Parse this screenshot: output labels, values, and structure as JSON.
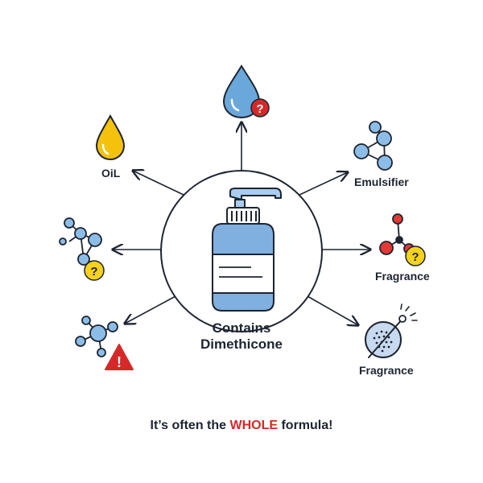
{
  "center": {
    "line1": "Contains",
    "line2": "Dimethicone"
  },
  "labels": {
    "oil": "OiL",
    "emulsifier": "Emulsifier",
    "fragrance_1": "Fragrance",
    "fragrance_2": "Fragrance"
  },
  "footer": {
    "prefix": "It’s often the ",
    "highlight": "WHOLE",
    "suffix": " formula!"
  },
  "colors": {
    "outline": "#1e2430",
    "bottle_blue": "#7fb0e0",
    "bottle_light": "#a9cdf0",
    "oil_yellow": "#f4c20d",
    "water_blue": "#6aa8dc",
    "molecule_blue": "#8cbde8",
    "molecule_red": "#e53935",
    "warning_red": "#d62828",
    "question_yellow": "#f7d21c",
    "question_red": "#d62828"
  },
  "icons": [
    "water-drop-icon",
    "oil-drop-icon",
    "molecule-icon",
    "question-badge-icon",
    "warning-triangle-icon",
    "spray-particle-icon",
    "pump-bottle-icon"
  ]
}
